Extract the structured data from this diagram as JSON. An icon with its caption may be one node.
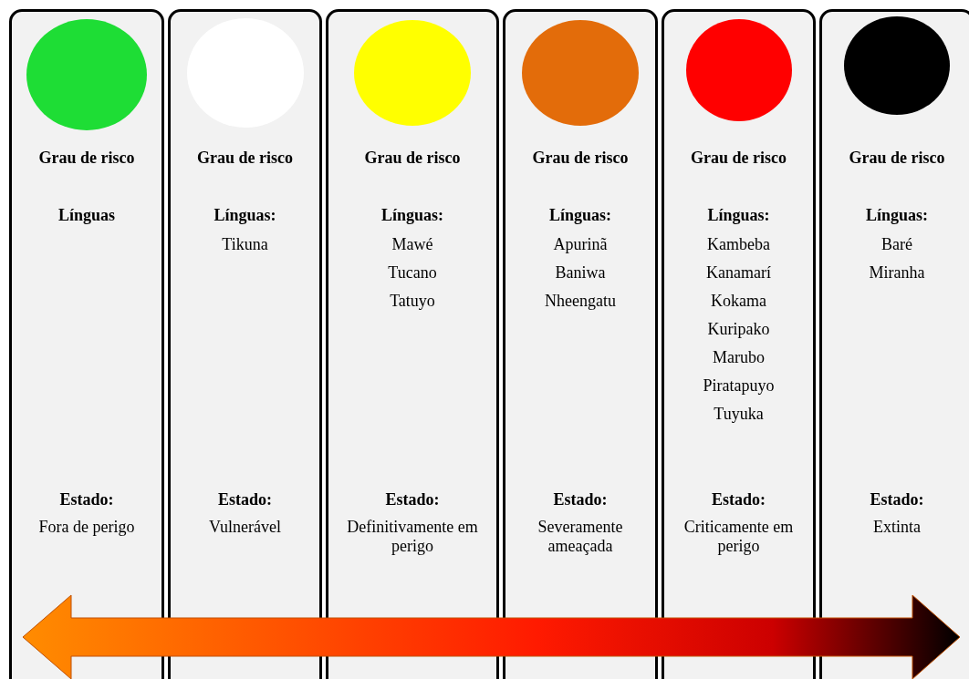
{
  "diagram": {
    "nodes": [
      {
        "text": [
          "Grau de risco",
          "Línguas",
          "Estado:",
          "Fora de perigo"
        ]
      },
      {
        "text": [],
        "shape": "circle",
        "in": 0
      },
      {
        "text": [
          "Grau de risco",
          "Línguas:",
          "Tikuna",
          "Estado:",
          "Vulnerável"
        ]
      },
      {
        "text": [],
        "shape": "circle",
        "in": 2
      },
      {
        "text": [
          "Grau de risco",
          "Línguas:",
          "Mawé",
          "Tucano",
          "Tatuyo",
          "Estado:",
          "Definitivamente em perigo"
        ]
      },
      {
        "text": [],
        "shape": "circle",
        "in": 4
      },
      {
        "text": [
          "Grau de risco",
          "Línguas:",
          "Apurinã",
          "Baniwa",
          "Nheengatu",
          "Estado:",
          "Severamente ameaçada"
        ]
      },
      {
        "text": [],
        "shape": "circle",
        "in": 6
      },
      {
        "text": [
          "Grau de risco",
          "Línguas:",
          "Kambeba",
          "Kanamarí",
          "Kokama",
          "Kuripako",
          "Marubo",
          "Piratapuyo",
          "Tuyuka",
          "Estado:",
          "Criticamente em perigo"
        ]
      },
      {
        "text": [],
        "shape": "circle",
        "in": 8
      },
      {
        "text": [
          "Grau de risco",
          "Línguas:",
          "Baré",
          "Miranha",
          "Estado:",
          "Extinta"
        ]
      },
      {
        "text": [],
        "shape": "circle",
        "in": 10
      }
    ]
  }
}
